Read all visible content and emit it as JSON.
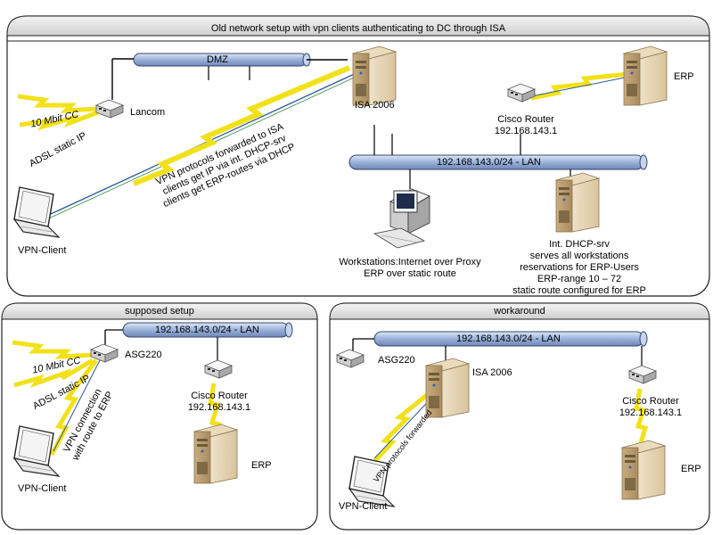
{
  "panels": {
    "old": {
      "title": "Old network setup with vpn clients authenticating to DC through ISA",
      "dmz": "DMZ",
      "lan": "192.168.143.0/24 - LAN",
      "lancom": "Lancom",
      "isa": "ISA 2006",
      "erp": "ERP",
      "router_name": "Cisco Router",
      "router_ip": "192.168.143.1",
      "link_cc": "10 Mbit CC",
      "link_adsl": "ADSL static IP",
      "vpn_client": "VPN-Client",
      "vpn_note": [
        "VPN protocols forwarded to ISA",
        "clients get IP via int. DHCP-srv",
        "clients get ERP-routes via DHCP"
      ],
      "workstations": [
        "Workstations:Internet over Proxy",
        "ERP over static route"
      ],
      "dhcp": [
        "Int. DHCP-srv",
        "serves all workstations",
        "reservations for ERP-Users",
        "ERP-range 10 – 72",
        "static route configured for ERP"
      ]
    },
    "supposed": {
      "title": "supposed setup",
      "lan": "192.168.143.0/24 - LAN",
      "asg": "ASG220",
      "router_name": "Cisco Router",
      "router_ip": "192.168.143.1",
      "erp": "ERP",
      "link_cc": "10 Mbit CC",
      "link_adsl": "ADSL static IP",
      "vpn_note": [
        "VPN connection",
        "with route to ERP"
      ],
      "vpn_client": "VPN-Client"
    },
    "workaround": {
      "title": "workaround",
      "lan": "192.168.143.0/24 - LAN",
      "asg": "ASG220",
      "isa": "ISA 2006",
      "router_name": "Cisco Router",
      "router_ip": "192.168.143.1",
      "erp": "ERP",
      "vpn_note": "VPN protocols forwarded",
      "vpn_client": "VPN-Client"
    }
  }
}
